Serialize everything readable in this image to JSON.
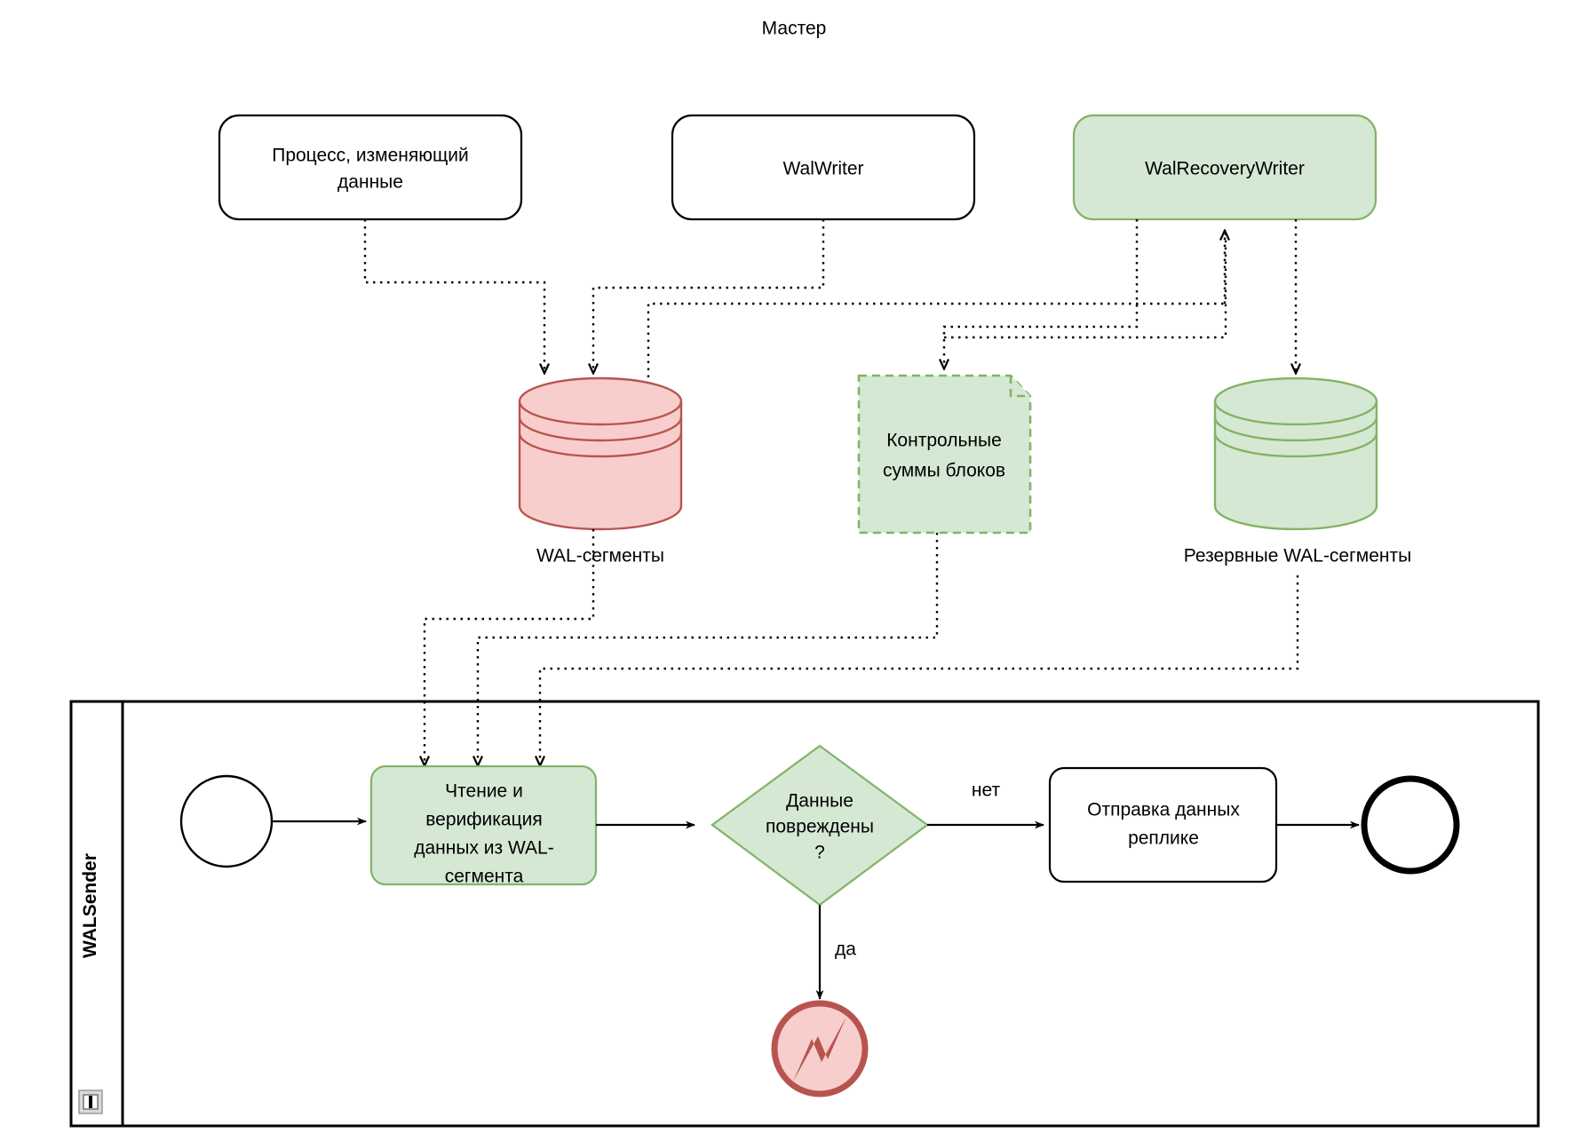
{
  "diagram": {
    "title": "Мастер",
    "type": "bpmn-flowchart"
  },
  "pools": [
    {
      "name_label": "Мастер",
      "participants": [
        {
          "id": "process-modifying-data",
          "label_line1": "Процесс, изменяющий",
          "label_line2": "данные",
          "style": "white-rounded"
        },
        {
          "id": "walwriter",
          "label_line1": "WalWriter",
          "label_line2": "",
          "style": "white-rounded"
        },
        {
          "id": "walrecoverywriter",
          "label_line1": "WalRecoveryWriter",
          "label_line2": "",
          "style": "green-rounded"
        }
      ]
    }
  ],
  "data_stores": [
    {
      "id": "wal-segments",
      "label": "WAL-сегменты",
      "color_fill": "#f8cecc",
      "color_stroke": "#b85450"
    },
    {
      "id": "backup-wal-segments",
      "label": "Резервные WAL-сегменты",
      "color_fill": "#d5e8d4",
      "color_stroke": "#82b366"
    }
  ],
  "data_objects": [
    {
      "id": "block-checksums",
      "label_line1": "Контрольные",
      "label_line2": "суммы блоков",
      "color_fill": "#d5e8d4",
      "color_stroke": "#82b366"
    }
  ],
  "lane": {
    "title": "WALSender",
    "collapse_marker_icon": "lane-marker-icon"
  },
  "lane_elements": {
    "start_event": {
      "id": "start-event",
      "label": ""
    },
    "task_read_verify": {
      "id": "task-read-verify",
      "line1": "Чтение и",
      "line2": "верификация",
      "line3": "данных из WAL-",
      "line4": "сегмента",
      "color_fill": "#d5e8d4",
      "color_stroke": "#82b366"
    },
    "gateway": {
      "id": "gateway-data-corrupted",
      "line1": "Данные",
      "line2": "повреждены",
      "line3": "?",
      "color_fill": "#d5e8d4",
      "color_stroke": "#82b366"
    },
    "task_send": {
      "id": "task-send-to-replica",
      "line1": "Отправка данных",
      "line2": "реплике"
    },
    "end_event": {
      "id": "end-event",
      "label": ""
    },
    "error_event": {
      "id": "error-end-event",
      "icon": "lightning-bolt-icon",
      "color_fill": "#f8cecc",
      "color_stroke": "#b85450"
    }
  },
  "flow_labels": {
    "no": "нет",
    "yes": "да"
  },
  "colors": {
    "green_fill": "#d5e8d4",
    "green_stroke": "#82b366",
    "red_fill": "#f8cecc",
    "red_stroke": "#b85450",
    "black": "#000000",
    "white": "#ffffff"
  }
}
